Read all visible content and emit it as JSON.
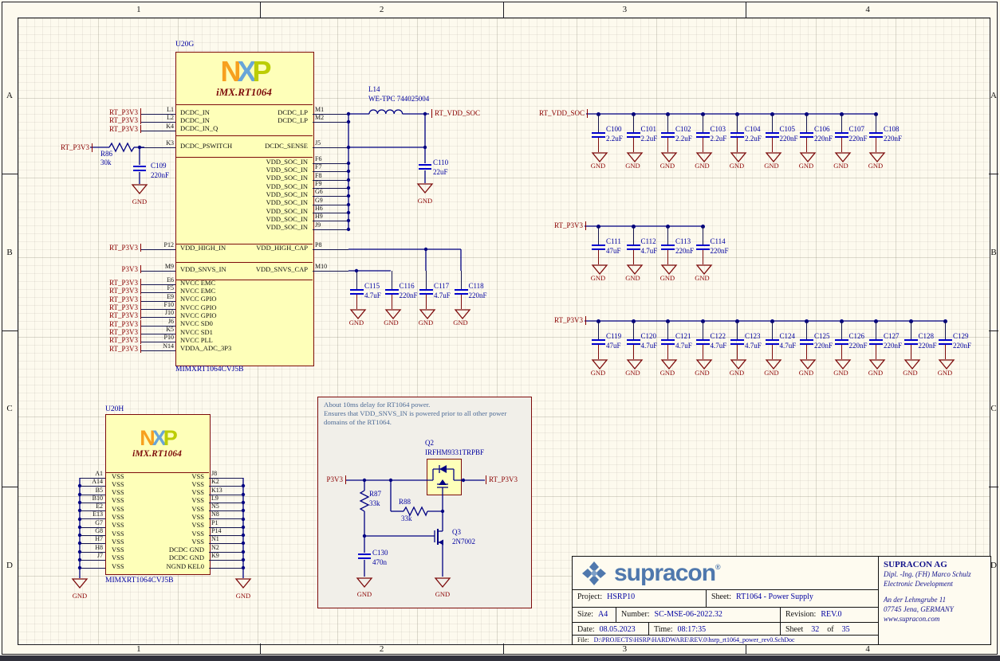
{
  "frame": {
    "cols": [
      "1",
      "2",
      "3",
      "4"
    ],
    "rows": [
      "A",
      "B",
      "C",
      "D"
    ]
  },
  "logo": [
    "N",
    "X",
    "P"
  ],
  "labels": {
    "gnd": "GND"
  },
  "ports": {
    "rt_p3v3": "RT_P3V3",
    "p3v3": "P3V3",
    "rt_vdd_soc": "RT_VDD_SOC"
  },
  "chips": {
    "u20g": {
      "ref": "U20G",
      "title": "iMX.RT1064",
      "part": "MIMXRT1064CVJ5B",
      "secA": [
        {
          "port": "RT_P3V3",
          "lnum": "L1",
          "ln": "DCDC_IN",
          "rn": "DCDC_LP",
          "rnum": "M1"
        },
        {
          "port": "RT_P3V3",
          "lnum": "L2",
          "ln": "DCDC_IN",
          "rn": "DCDC_LP",
          "rnum": "M2"
        },
        {
          "port": "RT_P3V3",
          "lnum": "K4",
          "ln": "DCDC_IN_Q",
          "rn": "",
          "rnum": ""
        }
      ],
      "secB": [
        {
          "port": "",
          "lnum": "K3",
          "ln": "DCDC_PSWITCH",
          "rn": "DCDC_SENSE",
          "rnum": "J5"
        }
      ],
      "secC": [
        {
          "port": "",
          "lnum": "",
          "ln": "",
          "rn": "VDD_SOC_IN",
          "rnum": "F6"
        },
        {
          "port": "",
          "lnum": "",
          "ln": "",
          "rn": "VDD_SOC_IN",
          "rnum": "F7"
        },
        {
          "port": "",
          "lnum": "",
          "ln": "",
          "rn": "VDD_SOC_IN",
          "rnum": "F8"
        },
        {
          "port": "",
          "lnum": "",
          "ln": "",
          "rn": "VDD_SOC_IN",
          "rnum": "F9"
        },
        {
          "port": "",
          "lnum": "",
          "ln": "",
          "rn": "VDD_SOC_IN",
          "rnum": "G6"
        },
        {
          "port": "",
          "lnum": "",
          "ln": "",
          "rn": "VDD_SOC_IN",
          "rnum": "G9"
        },
        {
          "port": "",
          "lnum": "",
          "ln": "",
          "rn": "VDD_SOC_IN",
          "rnum": "H6"
        },
        {
          "port": "",
          "lnum": "",
          "ln": "",
          "rn": "VDD_SOC_IN",
          "rnum": "H9"
        },
        {
          "port": "",
          "lnum": "",
          "ln": "",
          "rn": "VDD_SOC_IN",
          "rnum": "J9"
        }
      ],
      "secD": [
        {
          "port": "RT_P3V3",
          "lnum": "P12",
          "ln": "VDD_HIGH_IN",
          "rn": "VDD_HIGH_CAP",
          "rnum": "P8"
        }
      ],
      "secE": [
        {
          "port": "P3V3",
          "lnum": "M9",
          "ln": "VDD_SNVS_IN",
          "rn": "VDD_SNVS_CAP",
          "rnum": "M10"
        }
      ],
      "secF": [
        {
          "port": "RT_P3V3",
          "lnum": "E6",
          "ln": "NVCC EMC",
          "rn": "",
          "rnum": ""
        },
        {
          "port": "RT_P3V3",
          "lnum": "F5",
          "ln": "NVCC EMC",
          "rn": "",
          "rnum": ""
        },
        {
          "port": "RT_P3V3",
          "lnum": "E9",
          "ln": "NVCC GPIO",
          "rn": "",
          "rnum": ""
        },
        {
          "port": "RT_P3V3",
          "lnum": "F10",
          "ln": "NVCC GPIO",
          "rn": "",
          "rnum": ""
        },
        {
          "port": "RT_P3V3",
          "lnum": "J10",
          "ln": "NVCC GPIO",
          "rn": "",
          "rnum": ""
        },
        {
          "port": "RT_P3V3",
          "lnum": "J6",
          "ln": "NVCC SD0",
          "rn": "",
          "rnum": ""
        },
        {
          "port": "RT_P3V3",
          "lnum": "K5",
          "ln": "NVCC SD1",
          "rn": "",
          "rnum": ""
        },
        {
          "port": "RT_P3V3",
          "lnum": "P10",
          "ln": "NVCC PLL",
          "rn": "",
          "rnum": ""
        },
        {
          "port": "RT_P3V3",
          "lnum": "N14",
          "ln": "VDDA_ADC_3P3",
          "rn": "",
          "rnum": ""
        }
      ]
    },
    "u20h": {
      "ref": "U20H",
      "title": "iMX.RT1064",
      "part": "MIMXRT1064CVJ5B",
      "rows": [
        {
          "lnum": "A1",
          "ln": "VSS",
          "rn": "VSS",
          "rnum": "J8"
        },
        {
          "lnum": "A14",
          "ln": "VSS",
          "rn": "VSS",
          "rnum": "K2"
        },
        {
          "lnum": "B5",
          "ln": "VSS",
          "rn": "VSS",
          "rnum": "K13"
        },
        {
          "lnum": "B10",
          "ln": "VSS",
          "rn": "VSS",
          "rnum": "L9"
        },
        {
          "lnum": "E2",
          "ln": "VSS",
          "rn": "VSS",
          "rnum": "N5"
        },
        {
          "lnum": "E13",
          "ln": "VSS",
          "rn": "VSS",
          "rnum": "N8"
        },
        {
          "lnum": "G7",
          "ln": "VSS",
          "rn": "VSS",
          "rnum": "P1"
        },
        {
          "lnum": "G8",
          "ln": "VSS",
          "rn": "VSS",
          "rnum": "P14"
        },
        {
          "lnum": "H7",
          "ln": "VSS",
          "rn": "VSS",
          "rnum": "N1"
        },
        {
          "lnum": "H8",
          "ln": "VSS",
          "rn": "DCDC GND",
          "rnum": "N2"
        },
        {
          "lnum": "J7",
          "ln": "VSS",
          "rn": "DCDC GND",
          "rnum": "K9"
        },
        {
          "lnum": "",
          "ln": "VSS",
          "rn": "NGND KEL0",
          "rnum": ""
        }
      ]
    }
  },
  "rails": [
    {
      "net": "RT_VDD_SOC",
      "caps": [
        {
          "ref": "C100",
          "val": "2.2uF"
        },
        {
          "ref": "C101",
          "val": "2.2uF"
        },
        {
          "ref": "C102",
          "val": "2.2uF"
        },
        {
          "ref": "C103",
          "val": "2.2uF"
        },
        {
          "ref": "C104",
          "val": "2.2uF"
        },
        {
          "ref": "C105",
          "val": "220nF"
        },
        {
          "ref": "C106",
          "val": "220nF"
        },
        {
          "ref": "C107",
          "val": "220nF"
        },
        {
          "ref": "C108",
          "val": "220nF"
        }
      ]
    },
    {
      "net": "RT_P3V3",
      "caps": [
        {
          "ref": "C111",
          "val": "47uF"
        },
        {
          "ref": "C112",
          "val": "4.7uF"
        },
        {
          "ref": "C113",
          "val": "220nF"
        },
        {
          "ref": "C114",
          "val": "220nF"
        }
      ]
    },
    {
      "net": "RT_P3V3",
      "caps": [
        {
          "ref": "C119",
          "val": "47uF"
        },
        {
          "ref": "C120",
          "val": "4.7uF"
        },
        {
          "ref": "C121",
          "val": "4.7uF"
        },
        {
          "ref": "C122",
          "val": "4.7uF"
        },
        {
          "ref": "C123",
          "val": "4.7uF"
        },
        {
          "ref": "C124",
          "val": "4.7uF"
        },
        {
          "ref": "C125",
          "val": "220nF"
        },
        {
          "ref": "C126",
          "val": "220nF"
        },
        {
          "ref": "C127",
          "val": "220nF"
        },
        {
          "ref": "C128",
          "val": "220nF"
        },
        {
          "ref": "C129",
          "val": "220nF"
        }
      ]
    },
    {
      "net": "",
      "caps": [
        {
          "ref": "C115",
          "val": "4.7uF"
        },
        {
          "ref": "C116",
          "val": "220nF"
        },
        {
          "ref": "C117",
          "val": "4.7uF"
        },
        {
          "ref": "C118",
          "val": "220nF"
        }
      ]
    }
  ],
  "parts": {
    "r86": {
      "ref": "R86",
      "val": "30k"
    },
    "c109": {
      "ref": "C109",
      "val": "220nF"
    },
    "l14": {
      "ref": "L14",
      "val": "WE-TPC 744025004"
    },
    "c110": {
      "ref": "C110",
      "val": "22uF"
    },
    "q2": {
      "ref": "Q2",
      "val": "IRFHM9331TRPBF"
    },
    "r87": {
      "ref": "R87",
      "val": "33k"
    },
    "r88": {
      "ref": "R88",
      "val": "33k"
    },
    "q3": {
      "ref": "Q3",
      "val": "2N7002"
    },
    "c130": {
      "ref": "C130",
      "val": "470n"
    }
  },
  "note": {
    "l1": "About 10ms delay for RT1064 power.",
    "l2": "Ensures that VDD_SNVS_IN is powered prior to all other power",
    "l3": "domains of the RT1064."
  },
  "titleblock": {
    "brand": "supracon",
    "reg": "®",
    "company": "SUPRACON AG",
    "person": "Dipl. -Ing. (FH) Marco Schulz",
    "dept": "Electronic Development",
    "addr1": "An der Lehmgrube 11",
    "addr2": "07745 Jena, GERMANY",
    "web": "www.supracon.com",
    "project_label": "Project:",
    "project": "HSRP10",
    "sheet_label": "Sheet:",
    "sheet_name": "RT1064 - Power Supply",
    "size_label": "Size:",
    "size": "A4",
    "number_label": "Number:",
    "number": "SC-MSE-06-2022.32",
    "rev_label": "Revision:",
    "rev": "REV.0",
    "date_label": "Date:",
    "date": "08.05.2023",
    "time_label": "Time:",
    "time": "08:17:35",
    "sheetno_label": "Sheet",
    "sheetno": "32",
    "of_label": "of",
    "total": "35",
    "file_label": "File:",
    "file": "D:\\PROJECTS\\HSRP\\HARDWARE\\REV.0\\hsrp_rt1064_power_rev0.SchDoc"
  }
}
